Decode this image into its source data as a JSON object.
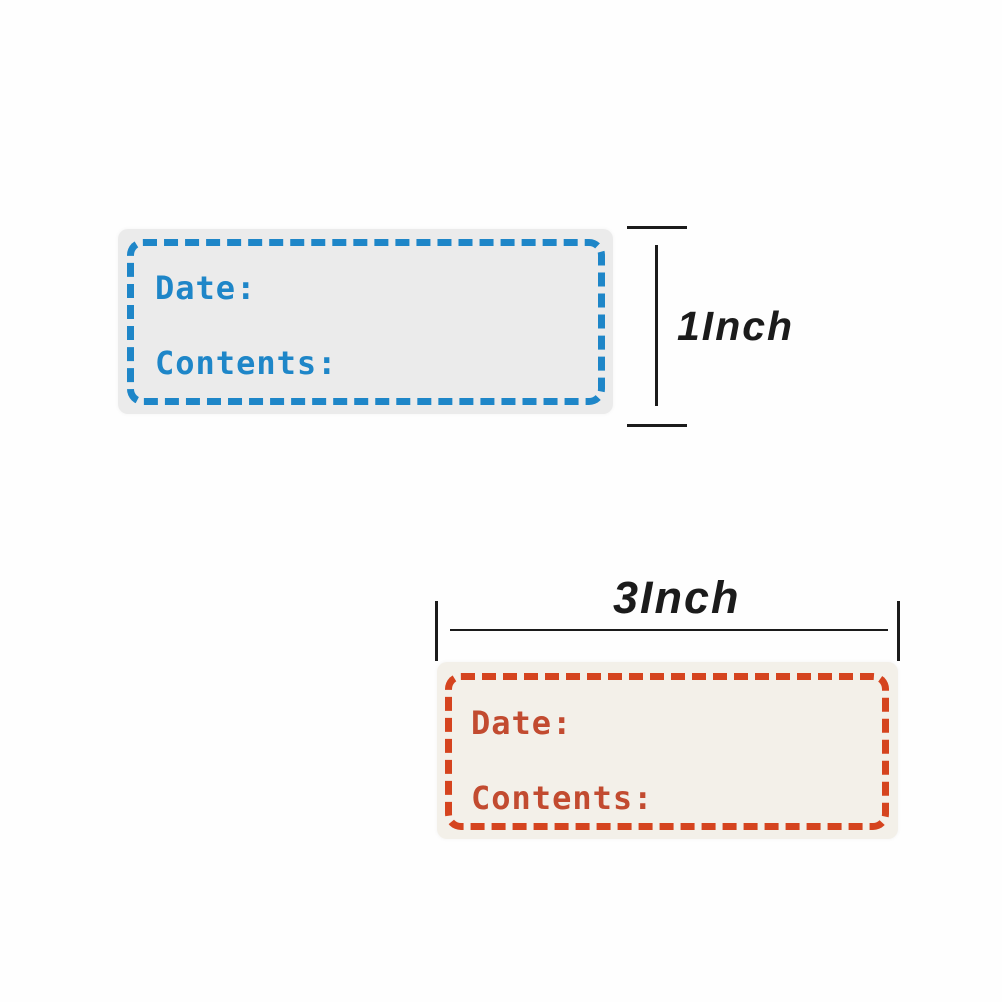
{
  "product_labels": {
    "blue_label": {
      "date": "Date:",
      "contents": "Contents:"
    },
    "red_label": {
      "date": "Date:",
      "contents": "Contents:"
    }
  },
  "annotations": {
    "height_label": "1Inch",
    "width_label": "3Inch"
  },
  "colors": {
    "page_bg": "#fefefe",
    "blue_accent": "#1e86c8",
    "blue_sticker_bg": "#ebebeb",
    "red_accent": "#d5441f",
    "red_text": "#c24b30",
    "red_sticker_bg": "#f3f0e9",
    "dimension_line": "#1b1b1b"
  }
}
